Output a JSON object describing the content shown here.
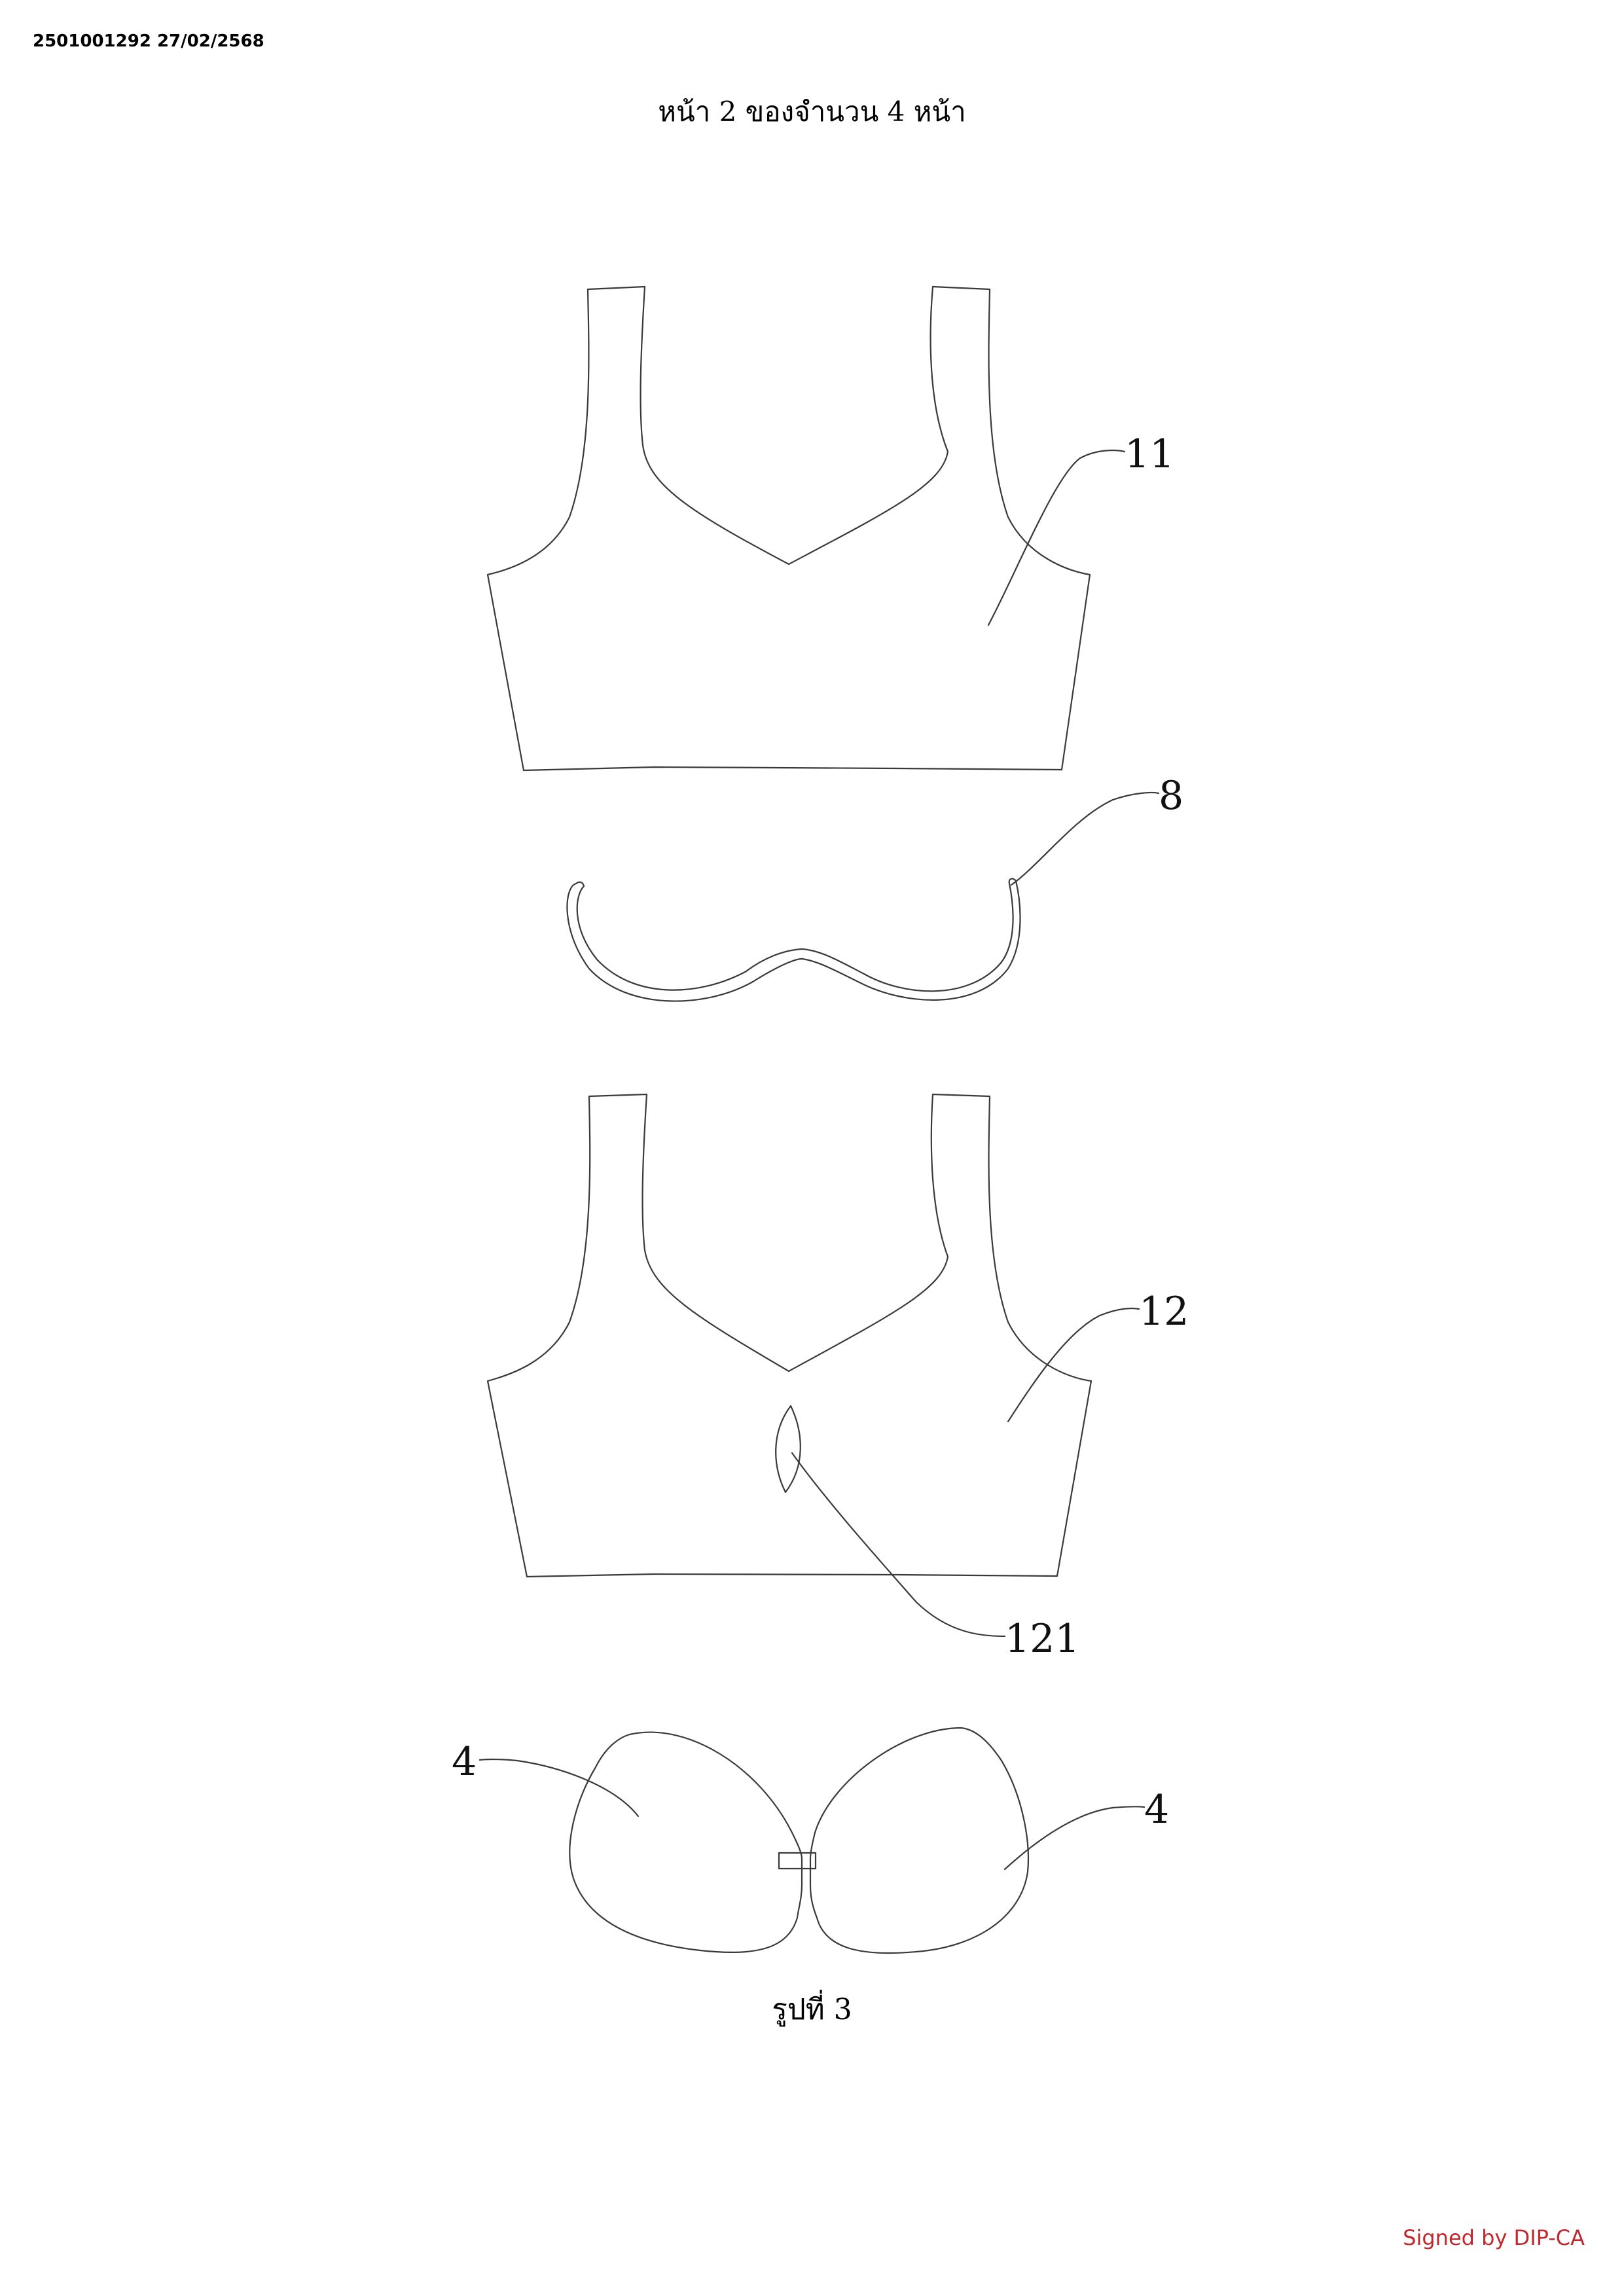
{
  "document": {
    "id_stamp": "2501001292 27/02/2568",
    "page_header": "หน้า 2 ของจำนวน 4 หน้า",
    "figure_caption": "รูปที่ 3",
    "signature": "Signed by DIP-CA",
    "signature_color": "#c0282d"
  },
  "diagram": {
    "reference_labels": {
      "top_bra": "11",
      "underwire": "8",
      "second_bra": "12",
      "opening": "121",
      "cup_left": "4",
      "cup_right": "4"
    },
    "line_color": "#3a3a3a"
  }
}
